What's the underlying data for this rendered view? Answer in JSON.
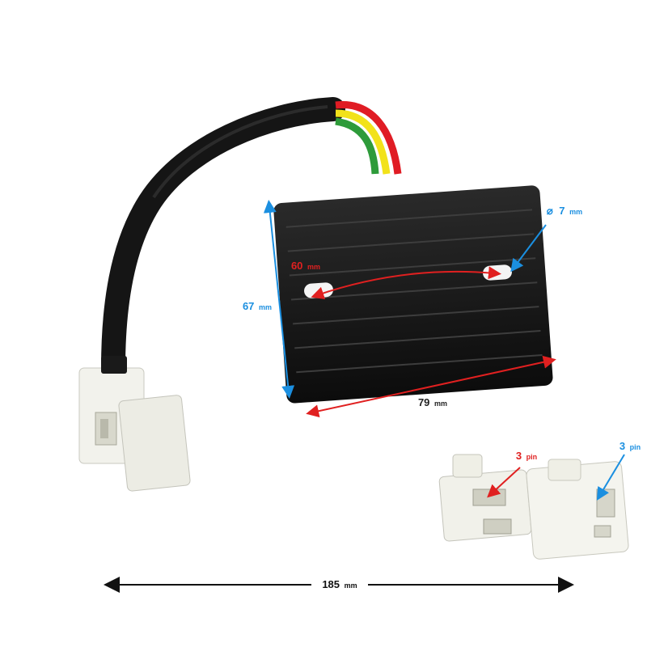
{
  "dimensions": {
    "height": {
      "value": "67",
      "unit": "mm",
      "color": "#1b8fe0"
    },
    "width": {
      "value": "79",
      "unit": "mm",
      "color": "#e02020"
    },
    "hole_spacing": {
      "value": "60",
      "unit": "mm",
      "color": "#e02020"
    },
    "hole_diameter": {
      "symbol": "⌀",
      "value": "7",
      "unit": "mm",
      "color": "#1b8fe0"
    },
    "total_length": {
      "value": "185",
      "unit": "mm",
      "color": "#111111"
    }
  },
  "connectors": {
    "left": {
      "value": "3",
      "unit": "pin",
      "color": "#e02020"
    },
    "right": {
      "value": "3",
      "unit": "pin",
      "color": "#1b8fe0"
    }
  },
  "wire_colors": [
    "#e01c24",
    "#f2e21a",
    "#2e9b3a"
  ]
}
